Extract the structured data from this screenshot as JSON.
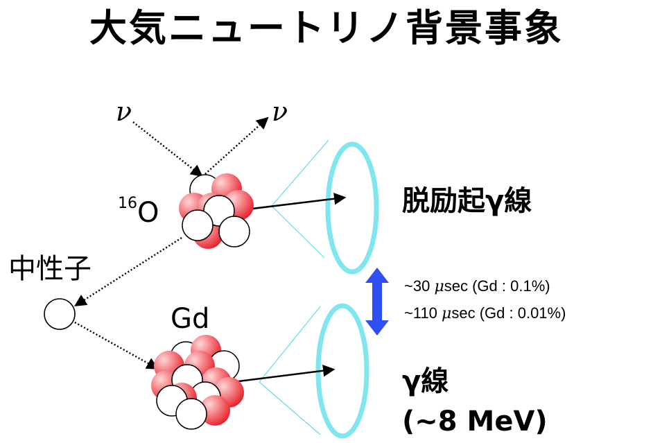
{
  "title": "大気ニュートリノ背景事象",
  "neutrino_in": "ν",
  "neutrino_out": "ν",
  "oxygen": {
    "mass": "16",
    "symbol": "O"
  },
  "neutron_label": "中性子",
  "gadolinium_label": "Gd",
  "deexcitation_label": "脱励起γ線",
  "gamma_label": "γ線",
  "gamma_energy": "(~8 MeV)",
  "timing": [
    {
      "prefix": "~30 ",
      "mu": "μ",
      "suffix": "sec   (Gd : 0.1%)"
    },
    {
      "prefix": "~110 ",
      "mu": "μ",
      "suffix": "sec (Gd : 0.01%)"
    }
  ],
  "colors": {
    "cone": "#7fe6ef",
    "cone_line": "#5fdde8",
    "double_arrow": "#2f4ff0",
    "proton_light": "#ffd6d6",
    "proton_dark": "#e8202a"
  }
}
